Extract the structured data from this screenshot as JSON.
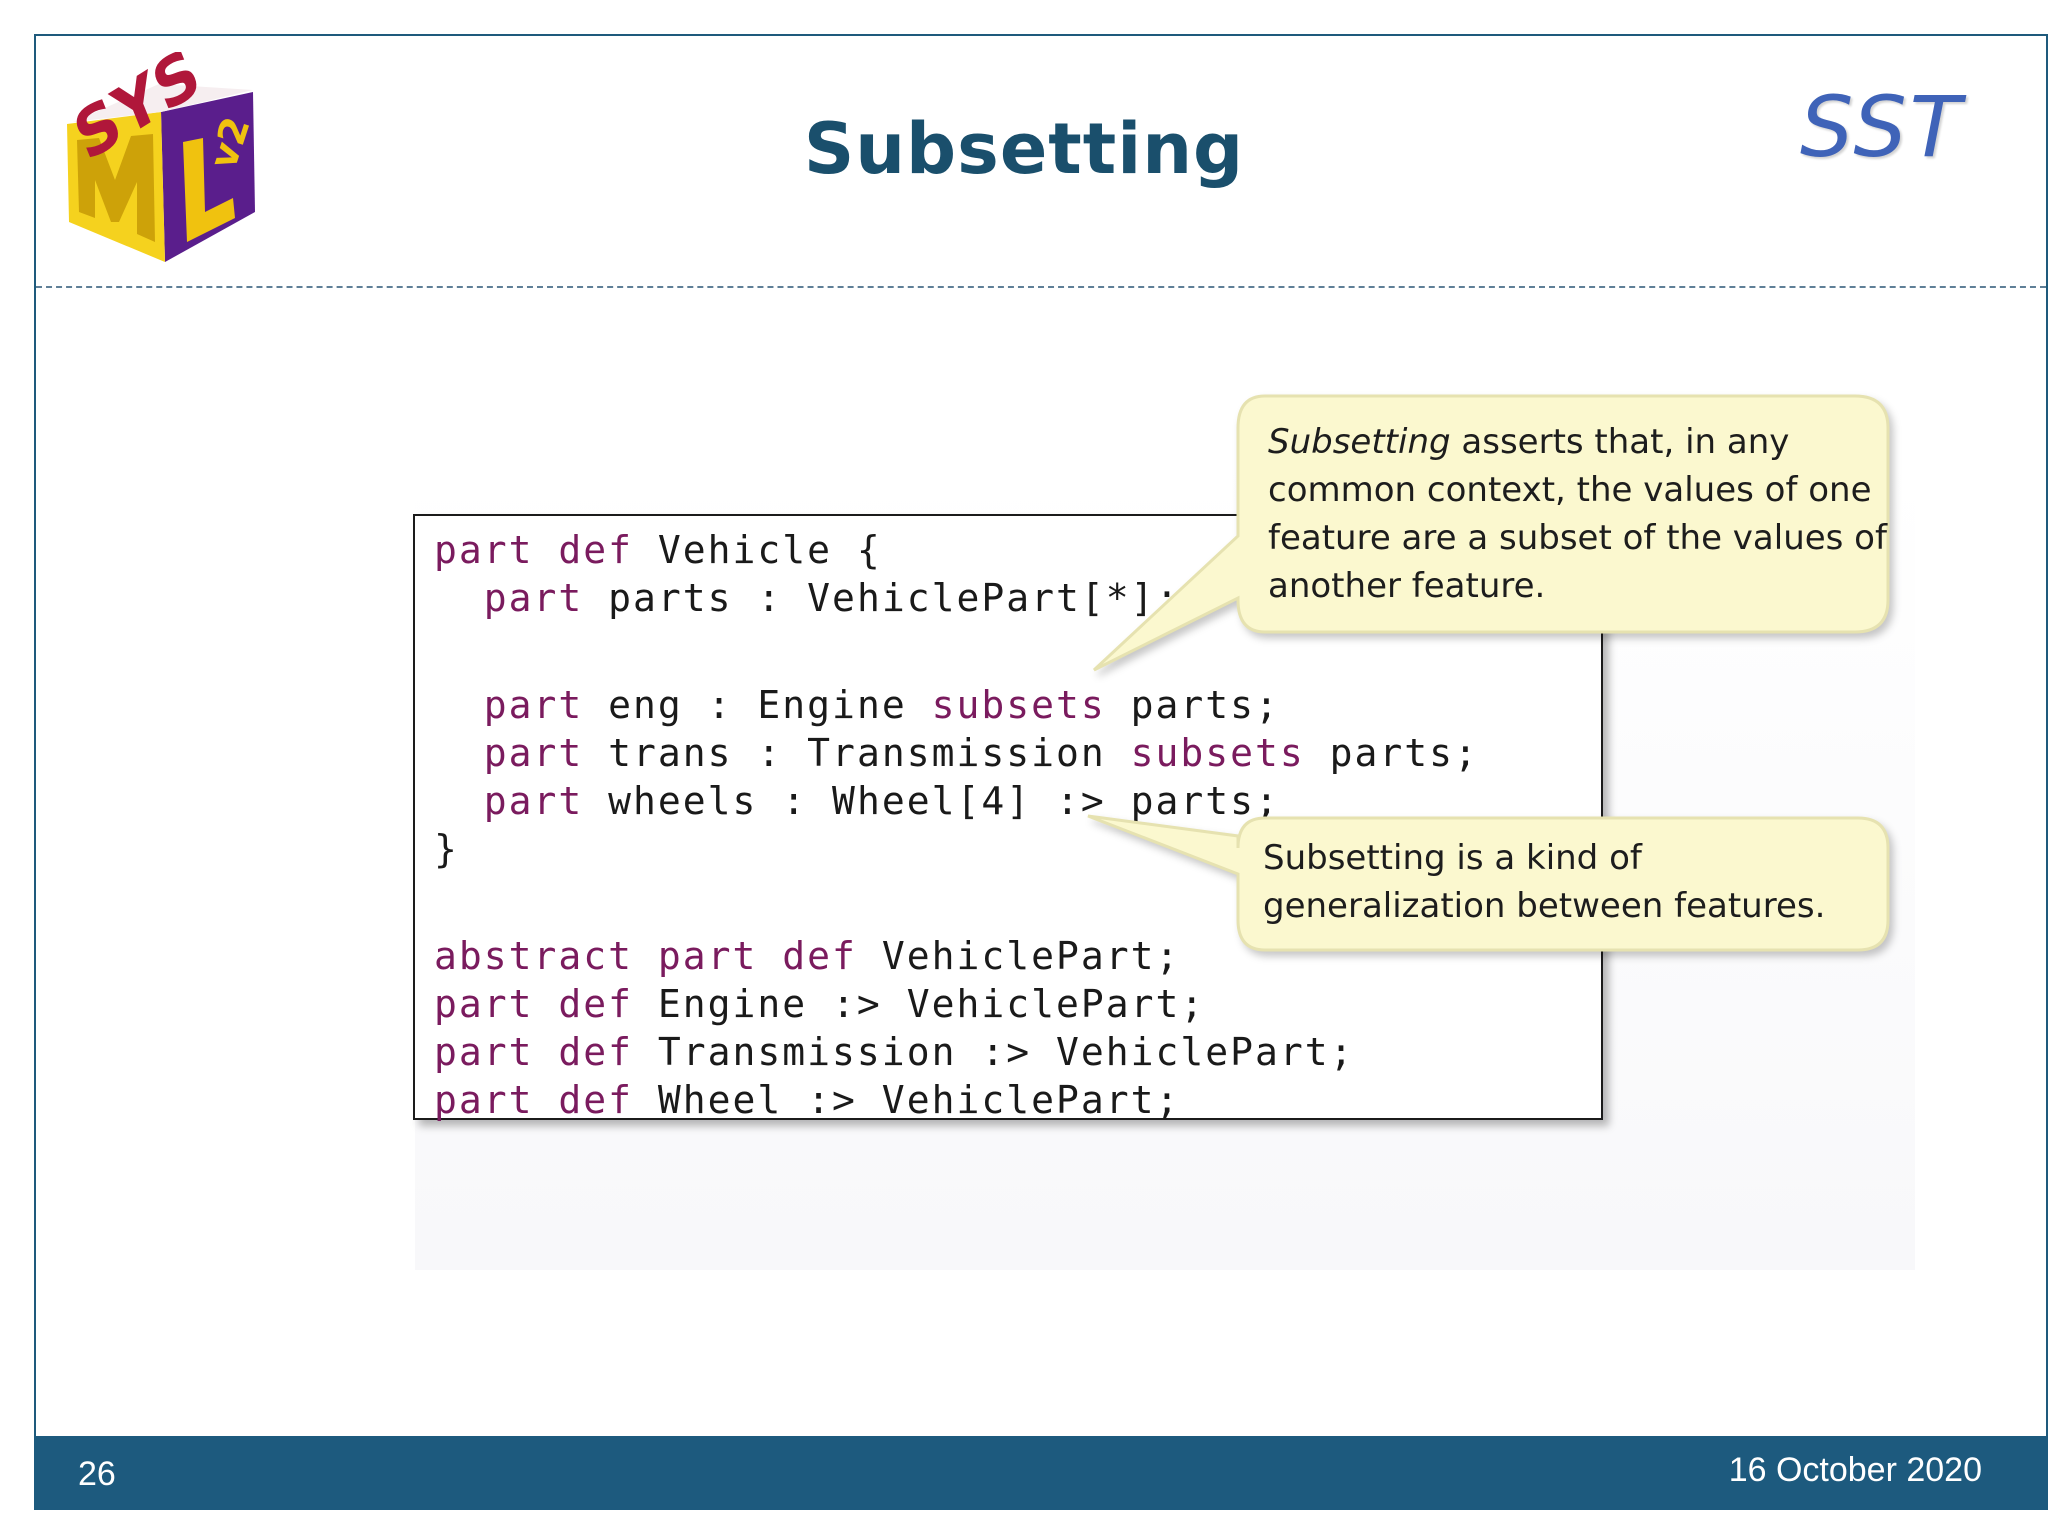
{
  "slide": {
    "title": "Subsetting",
    "logo": {
      "name": "sysml-v2-logo",
      "letters": "SYS ML v2",
      "colors": {
        "sys": "#b0173a",
        "m": "#f0c20f",
        "l": "#5a1e8c",
        "v2_text": "#f0c20f"
      }
    },
    "corner_mark": "SST",
    "footer": {
      "page_number": "26",
      "date": "16 October 2020"
    }
  },
  "code": {
    "lines": [
      [
        {
          "t": "part def",
          "kw": true
        },
        {
          "t": " Vehicle {",
          "kw": false
        }
      ],
      [
        {
          "t": "  ",
          "kw": false
        },
        {
          "t": "part",
          "kw": true
        },
        {
          "t": " parts : VehiclePart[*];",
          "kw": false
        }
      ],
      [],
      [
        {
          "t": "  ",
          "kw": false
        },
        {
          "t": "part",
          "kw": true
        },
        {
          "t": " eng : Engine ",
          "kw": false
        },
        {
          "t": "subsets",
          "kw": true
        },
        {
          "t": " parts;",
          "kw": false
        }
      ],
      [
        {
          "t": "  ",
          "kw": false
        },
        {
          "t": "part",
          "kw": true
        },
        {
          "t": " trans : Transmission ",
          "kw": false
        },
        {
          "t": "subsets",
          "kw": true
        },
        {
          "t": " parts;",
          "kw": false
        }
      ],
      [
        {
          "t": "  ",
          "kw": false
        },
        {
          "t": "part",
          "kw": true
        },
        {
          "t": " wheels : Wheel[4] :> parts;",
          "kw": false
        }
      ],
      [
        {
          "t": "}",
          "kw": false
        }
      ],
      [],
      [
        {
          "t": "abstract part def",
          "kw": true
        },
        {
          "t": " VehiclePart;",
          "kw": false
        }
      ],
      [
        {
          "t": "part def",
          "kw": true
        },
        {
          "t": " Engine :> VehiclePart;",
          "kw": false
        }
      ],
      [
        {
          "t": "part def",
          "kw": true
        },
        {
          "t": " Transmission :> VehiclePart;",
          "kw": false
        }
      ],
      [
        {
          "t": "part def",
          "kw": true
        },
        {
          "t": " Wheel :> VehiclePart;",
          "kw": false
        }
      ]
    ]
  },
  "callouts": [
    {
      "emphasis": "Subsetting",
      "lines": [
        "asserts that, in any",
        "common context, the values of one",
        "feature are a subset of the values of",
        "another feature."
      ]
    },
    {
      "emphasis": "",
      "lines": [
        "Subsetting is a kind of",
        "generalization between features."
      ]
    }
  ],
  "colors": {
    "keyword": "#7a1b5e",
    "title": "#1a4f6c",
    "footer_bar": "#1d5a7e",
    "callout_fill": "#fbf8cf",
    "callout_border": "#e6e2b0",
    "sst": "#3f63b8"
  }
}
